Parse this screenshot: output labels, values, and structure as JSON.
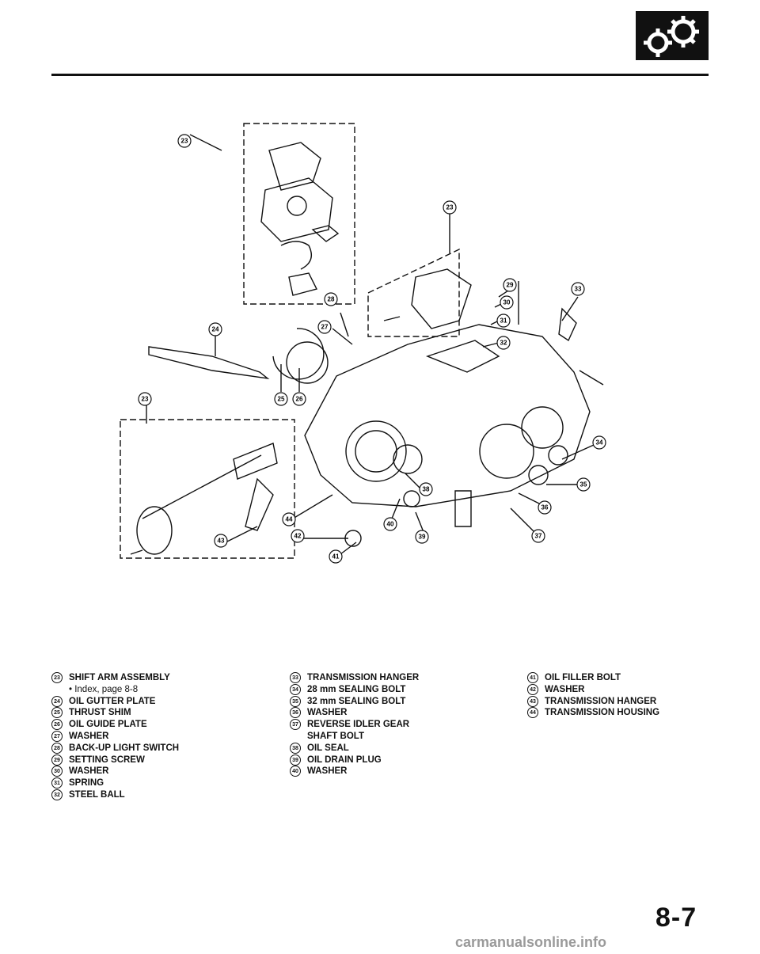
{
  "logo": {
    "name": "transmission-gears-icon"
  },
  "page_number": "8-7",
  "watermark": "carmanualsonline.info",
  "callouts": [
    "23",
    "24",
    "25",
    "26",
    "27",
    "28",
    "29",
    "30",
    "31",
    "32",
    "33",
    "34",
    "35",
    "36",
    "37",
    "38",
    "39",
    "40",
    "41",
    "42",
    "43",
    "44"
  ],
  "legend": {
    "col1": [
      {
        "num": "23",
        "label": "SHIFT ARM ASSEMBLY",
        "note": "• Index, page 8-8"
      },
      {
        "num": "24",
        "label": "OIL GUTTER PLATE"
      },
      {
        "num": "25",
        "label": "THRUST SHIM"
      },
      {
        "num": "26",
        "label": "OIL GUIDE PLATE"
      },
      {
        "num": "27",
        "label": "WASHER"
      },
      {
        "num": "28",
        "label": "BACK-UP LIGHT SWITCH"
      },
      {
        "num": "29",
        "label": "SETTING SCREW"
      },
      {
        "num": "30",
        "label": "WASHER"
      },
      {
        "num": "31",
        "label": "SPRING"
      },
      {
        "num": "32",
        "label": "STEEL BALL"
      }
    ],
    "col2": [
      {
        "num": "33",
        "label": "TRANSMISSION HANGER"
      },
      {
        "num": "34",
        "label": "28 mm SEALING BOLT"
      },
      {
        "num": "35",
        "label": "32 mm SEALING BOLT"
      },
      {
        "num": "36",
        "label": "WASHER"
      },
      {
        "num": "37",
        "label": "REVERSE IDLER GEAR\nSHAFT BOLT"
      },
      {
        "num": "38",
        "label": "OIL SEAL"
      },
      {
        "num": "39",
        "label": "OIL DRAIN PLUG"
      },
      {
        "num": "40",
        "label": "WASHER"
      }
    ],
    "col3": [
      {
        "num": "41",
        "label": "OIL FILLER BOLT"
      },
      {
        "num": "42",
        "label": "WASHER"
      },
      {
        "num": "43",
        "label": "TRANSMISSION HANGER"
      },
      {
        "num": "44",
        "label": "TRANSMISSION HOUSING"
      }
    ]
  }
}
